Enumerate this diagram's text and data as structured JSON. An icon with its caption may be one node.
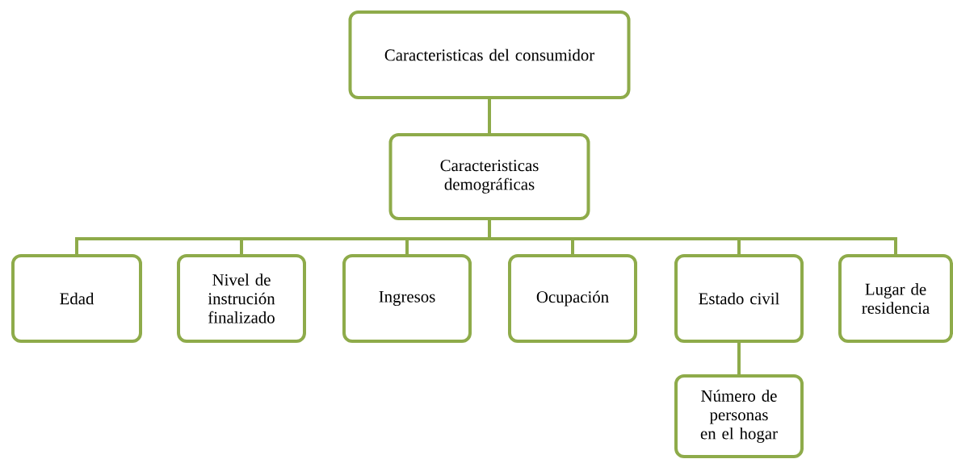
{
  "diagram": {
    "nodes": [
      {
        "text": [
          "Caracteristicas del consumidor"
        ]
      },
      {
        "text": [
          "Caracteristicas demográficas"
        ]
      },
      {
        "text": [
          "Edad"
        ]
      },
      {
        "text": [
          "Nivel de instrución finalizado"
        ]
      },
      {
        "text": [
          "Ingresos"
        ]
      },
      {
        "text": [
          "Ocupación"
        ]
      },
      {
        "text": [
          "Estado civil"
        ]
      },
      {
        "text": [
          "Lugar de residencia"
        ]
      },
      {
        "text": [
          "Número de personas en el hogar"
        ]
      }
    ],
    "edges": [
      {
        "from": 0,
        "to": 1,
        "arrow": "none"
      },
      {
        "from": 1,
        "to": 2,
        "arrow": "none"
      },
      {
        "from": 1,
        "to": 3,
        "arrow": "none"
      },
      {
        "from": 1,
        "to": 4,
        "arrow": "none"
      },
      {
        "from": 1,
        "to": 5,
        "arrow": "none"
      },
      {
        "from": 1,
        "to": 6,
        "arrow": "none"
      },
      {
        "from": 1,
        "to": 7,
        "arrow": "none"
      },
      {
        "from": 6,
        "to": 8,
        "arrow": "none"
      }
    ]
  }
}
